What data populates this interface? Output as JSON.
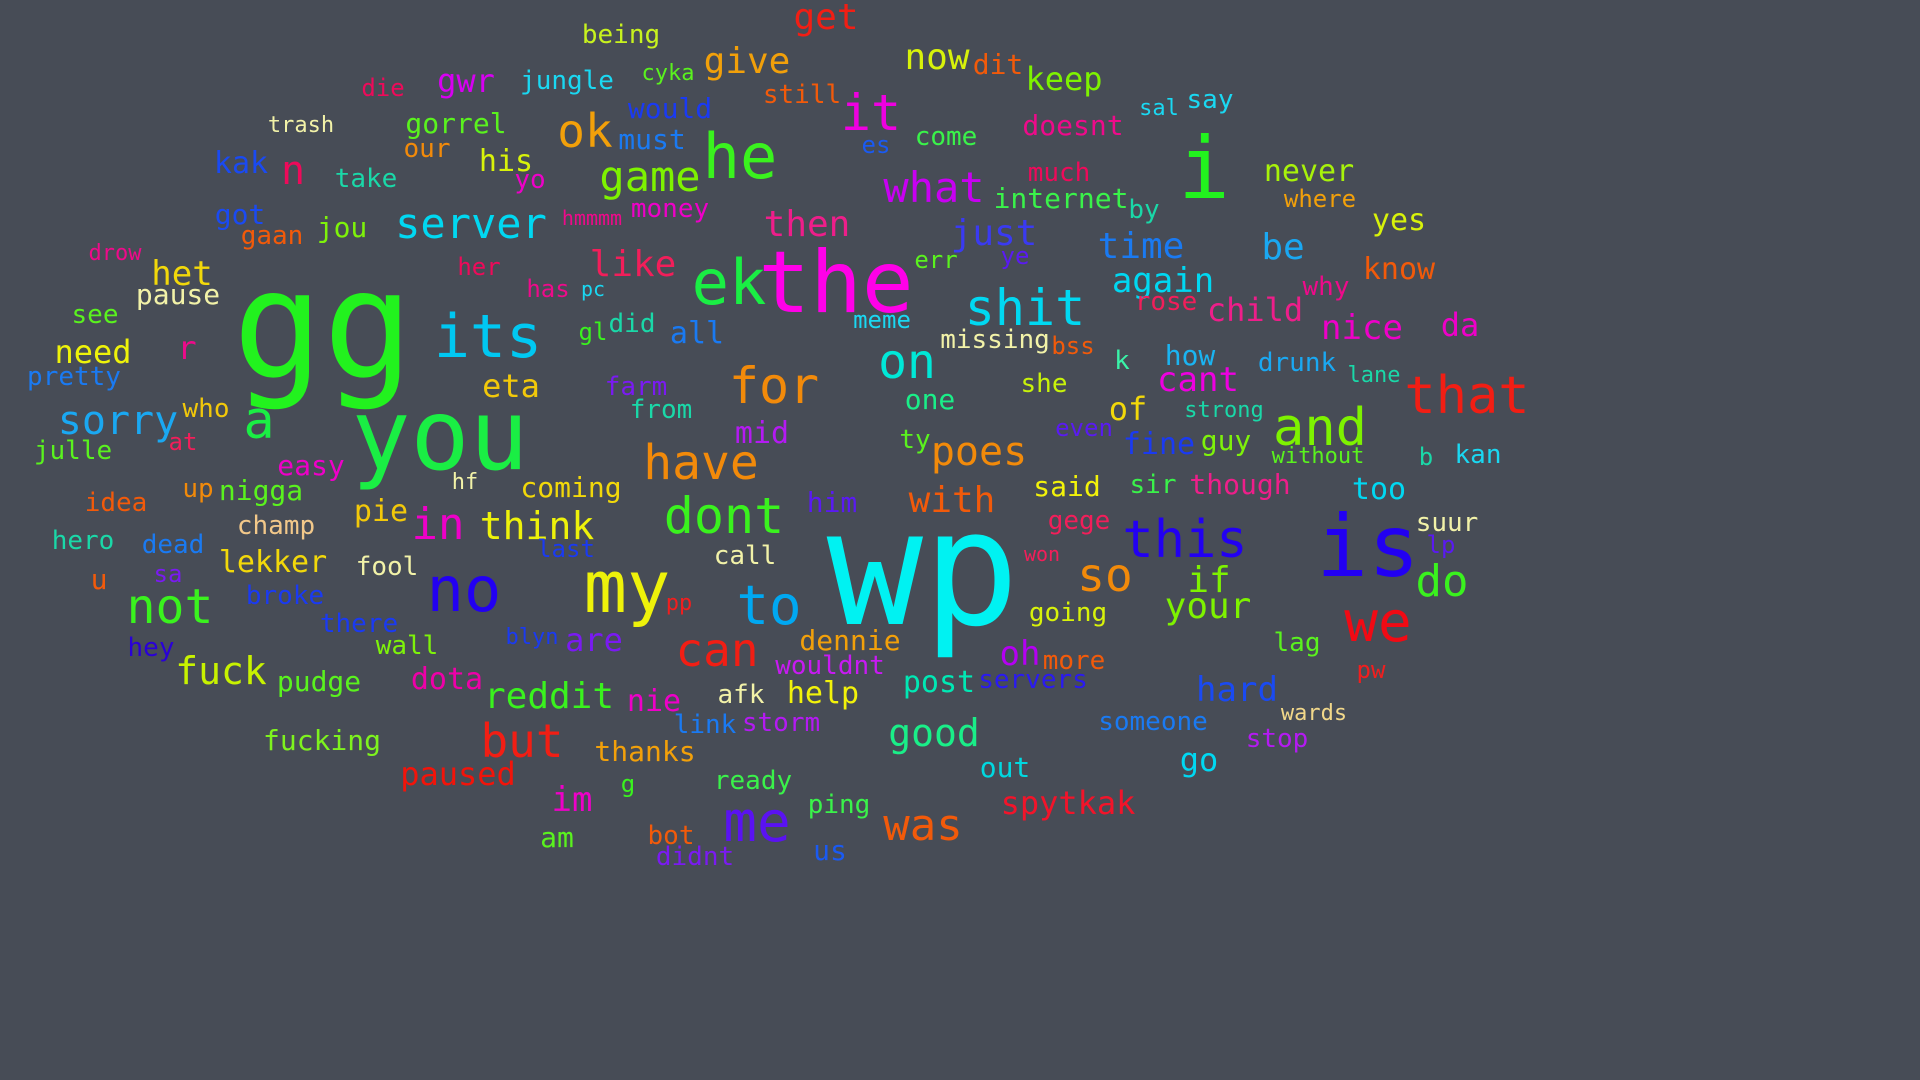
{
  "background_color": "#474c56",
  "words": [
    {
      "text": "gg",
      "color": "#22f21e"
    },
    {
      "text": "wp",
      "color": "#00f2f2"
    },
    {
      "text": "you",
      "color": "#1aee44"
    },
    {
      "text": "the",
      "color": "#ff00e8"
    },
    {
      "text": "is",
      "color": "#2200f2"
    },
    {
      "text": "i",
      "color": "#22f21e"
    },
    {
      "text": "my",
      "color": "#eef20a"
    },
    {
      "text": "no",
      "color": "#2200f2"
    },
    {
      "text": "he",
      "color": "#3af21e"
    },
    {
      "text": "ek",
      "color": "#1aee44"
    },
    {
      "text": "its",
      "color": "#00c8f2"
    },
    {
      "text": "and",
      "color": "#7ef200"
    },
    {
      "text": "this",
      "color": "#2200f2"
    },
    {
      "text": "me",
      "color": "#5a12f2"
    },
    {
      "text": "we",
      "color": "#f20a14"
    },
    {
      "text": "that",
      "color": "#f21e14"
    },
    {
      "text": "shit",
      "color": "#00d8f2"
    },
    {
      "text": "dont",
      "color": "#3af21e"
    },
    {
      "text": "to",
      "color": "#00a8f2"
    },
    {
      "text": "for",
      "color": "#f28a0a"
    },
    {
      "text": "have",
      "color": "#f28a0a"
    },
    {
      "text": "a",
      "color": "#1aee44"
    },
    {
      "text": "not",
      "color": "#3af21e"
    },
    {
      "text": "on",
      "color": "#00e8d8"
    },
    {
      "text": "ok",
      "color": "#f2a00a"
    },
    {
      "text": "it",
      "color": "#ee00e0"
    },
    {
      "text": "game",
      "color": "#7ef200"
    },
    {
      "text": "server",
      "color": "#00d8f2"
    },
    {
      "text": "what",
      "color": "#c800f2"
    },
    {
      "text": "so",
      "color": "#f28a0a"
    },
    {
      "text": "do",
      "color": "#3af21e"
    },
    {
      "text": "can",
      "color": "#f21e14"
    },
    {
      "text": "but",
      "color": "#f21e14"
    },
    {
      "text": "was",
      "color": "#f25a0a"
    },
    {
      "text": "in",
      "color": "#ee00c8"
    },
    {
      "text": "sorry",
      "color": "#1aa8f2"
    },
    {
      "text": "poes",
      "color": "#f28a0a"
    },
    {
      "text": "fuck",
      "color": "#c8f200"
    },
    {
      "text": "good",
      "color": "#1aee88"
    },
    {
      "text": "think",
      "color": "#eef20a"
    },
    {
      "text": "your",
      "color": "#7ef200"
    },
    {
      "text": "if",
      "color": "#7ef200"
    },
    {
      "text": "just",
      "color": "#3a3af2"
    },
    {
      "text": "then",
      "color": "#ee1e8a"
    },
    {
      "text": "time",
      "color": "#1a7af2"
    },
    {
      "text": "again",
      "color": "#00d8f2"
    },
    {
      "text": "be",
      "color": "#1aa8f2"
    },
    {
      "text": "give",
      "color": "#f2a00a"
    },
    {
      "text": "now",
      "color": "#d8f20a"
    },
    {
      "text": "keep",
      "color": "#7ef200"
    },
    {
      "text": "get",
      "color": "#f21e14"
    },
    {
      "text": "like",
      "color": "#f21e5a"
    },
    {
      "text": "with",
      "color": "#f25a0a"
    },
    {
      "text": "reddit",
      "color": "#3af21e"
    },
    {
      "text": "nice",
      "color": "#ee00c8"
    },
    {
      "text": "cant",
      "color": "#ee00e0"
    },
    {
      "text": "child",
      "color": "#ee1e8a"
    },
    {
      "text": "know",
      "color": "#f25a0a"
    },
    {
      "text": "yes",
      "color": "#d8f20a"
    },
    {
      "text": "da",
      "color": "#ee00c8"
    },
    {
      "text": "need",
      "color": "#eef20a"
    },
    {
      "text": "het",
      "color": "#f2d80a"
    },
    {
      "text": "eta",
      "color": "#f2c80a"
    },
    {
      "text": "hard",
      "color": "#1a4af2"
    },
    {
      "text": "oh",
      "color": "#b400f2"
    },
    {
      "text": "paused",
      "color": "#f2140a"
    },
    {
      "text": "spytkak",
      "color": "#f2142a"
    },
    {
      "text": "im",
      "color": "#ee00c8"
    },
    {
      "text": "n",
      "color": "#ee0a5a"
    },
    {
      "text": "gwr",
      "color": "#d800f2"
    },
    {
      "text": "his",
      "color": "#d8f20a"
    },
    {
      "text": "never",
      "color": "#a8f20a"
    },
    {
      "text": "too",
      "color": "#00d8f2"
    },
    {
      "text": "internet",
      "color": "#3af24a"
    },
    {
      "text": "fine",
      "color": "#1a3af2"
    },
    {
      "text": "guy",
      "color": "#7ef20a"
    },
    {
      "text": "of",
      "color": "#f2d80a"
    },
    {
      "text": "post",
      "color": "#00e8b4"
    },
    {
      "text": "help",
      "color": "#f2f20a"
    },
    {
      "text": "dota",
      "color": "#ee00a8"
    },
    {
      "text": "nie",
      "color": "#ee00c8"
    },
    {
      "text": "are",
      "color": "#7a1af2"
    },
    {
      "text": "lekker",
      "color": "#f2d80a"
    },
    {
      "text": "pudge",
      "color": "#5af21e"
    },
    {
      "text": "fucking",
      "color": "#7ef21e"
    },
    {
      "text": "nigga",
      "color": "#5af21e"
    },
    {
      "text": "pie",
      "color": "#f2c80a"
    },
    {
      "text": "coming",
      "color": "#f2d80a"
    },
    {
      "text": "said",
      "color": "#f2f20a"
    },
    {
      "text": "though",
      "color": "#ee1e8a"
    },
    {
      "text": "missing",
      "color": "#f2f2a8"
    },
    {
      "text": "one",
      "color": "#1aee88"
    },
    {
      "text": "she",
      "color": "#c8f20a"
    },
    {
      "text": "k",
      "color": "#3af2a8"
    },
    {
      "text": "how",
      "color": "#1ab4f2"
    },
    {
      "text": "drunk",
      "color": "#1aa8f2"
    },
    {
      "text": "mid",
      "color": "#b41af2"
    },
    {
      "text": "him",
      "color": "#5a1af2"
    },
    {
      "text": "gege",
      "color": "#f21e5a"
    },
    {
      "text": "going",
      "color": "#d8f20a"
    },
    {
      "text": "dennie",
      "color": "#f2a00a"
    },
    {
      "text": "wouldnt",
      "color": "#c81af2"
    },
    {
      "text": "afk",
      "color": "#f2f2a8"
    },
    {
      "text": "storm",
      "color": "#b41af2"
    },
    {
      "text": "link",
      "color": "#1a7af2"
    },
    {
      "text": "thanks",
      "color": "#f2a00a"
    },
    {
      "text": "ready",
      "color": "#3af24a"
    },
    {
      "text": "ping",
      "color": "#3af24a"
    },
    {
      "text": "out",
      "color": "#00d8e0"
    },
    {
      "text": "go",
      "color": "#00d8f2"
    },
    {
      "text": "someone",
      "color": "#1a7af2"
    },
    {
      "text": "stop",
      "color": "#b41af2"
    },
    {
      "text": "wards",
      "color": "#f2d88a"
    },
    {
      "text": "lag",
      "color": "#5af21e"
    },
    {
      "text": "pw",
      "color": "#f21e1e"
    },
    {
      "text": "more",
      "color": "#f25a0a"
    },
    {
      "text": "servers",
      "color": "#2a1af2"
    },
    {
      "text": "call",
      "color": "#f2f2a8"
    },
    {
      "text": "last",
      "color": "#1a3af2"
    },
    {
      "text": "pp",
      "color": "#f21e1e"
    },
    {
      "text": "blyn",
      "color": "#1a3af2"
    },
    {
      "text": "bot",
      "color": "#f25a0a"
    },
    {
      "text": "didnt",
      "color": "#7a1af2"
    },
    {
      "text": "us",
      "color": "#1a5af2"
    },
    {
      "text": "am",
      "color": "#5af21e"
    },
    {
      "text": "g",
      "color": "#3af21e"
    },
    {
      "text": "wall",
      "color": "#7ef20a"
    },
    {
      "text": "there",
      "color": "#1a3af2"
    },
    {
      "text": "broke",
      "color": "#1a3af2"
    },
    {
      "text": "fool",
      "color": "#f2f2a8"
    },
    {
      "text": "hey",
      "color": "#2a00d8"
    },
    {
      "text": "sa",
      "color": "#7a1af2"
    },
    {
      "text": "u",
      "color": "#f25a0a"
    },
    {
      "text": "dead",
      "color": "#1a7af2"
    },
    {
      "text": "hero",
      "color": "#1ad8a8"
    },
    {
      "text": "champ",
      "color": "#f2c88a"
    },
    {
      "text": "idea",
      "color": "#f25a0a"
    },
    {
      "text": "up",
      "color": "#f28a0a"
    },
    {
      "text": "hf",
      "color": "#f2f2a8"
    },
    {
      "text": "easy",
      "color": "#ee00c8"
    },
    {
      "text": "julle",
      "color": "#5af21e"
    },
    {
      "text": "at",
      "color": "#f21e5a"
    },
    {
      "text": "who",
      "color": "#f2c80a"
    },
    {
      "text": "pretty",
      "color": "#1a7af2"
    },
    {
      "text": "r",
      "color": "#ee0a8a"
    },
    {
      "text": "see",
      "color": "#5af21e"
    },
    {
      "text": "pause",
      "color": "#f2f2a8"
    },
    {
      "text": "drow",
      "color": "#ee0a8a"
    },
    {
      "text": "gaan",
      "color": "#f25a0a"
    },
    {
      "text": "got",
      "color": "#1a4af2"
    },
    {
      "text": "jou",
      "color": "#7ef20a"
    },
    {
      "text": "kak",
      "color": "#1a4af2"
    },
    {
      "text": "take",
      "color": "#1ad8a8"
    },
    {
      "text": "trash",
      "color": "#f2f2a8"
    },
    {
      "text": "our",
      "color": "#f28a0a"
    },
    {
      "text": "gorrel",
      "color": "#5af21e"
    },
    {
      "text": "die",
      "color": "#ee0a5a"
    },
    {
      "text": "jungle",
      "color": "#1ad8f2"
    },
    {
      "text": "being",
      "color": "#c8f21e"
    },
    {
      "text": "cyka",
      "color": "#5af21e"
    },
    {
      "text": "would",
      "color": "#1a3af2"
    },
    {
      "text": "must",
      "color": "#1a7af2"
    },
    {
      "text": "still",
      "color": "#f25a0a"
    },
    {
      "text": "yo",
      "color": "#ee00c8"
    },
    {
      "text": "hmmmm",
      "color": "#ee0a8a"
    },
    {
      "text": "money",
      "color": "#ee00c8"
    },
    {
      "text": "her",
      "color": "#ee0a5a"
    },
    {
      "text": "has",
      "color": "#ee0a8a"
    },
    {
      "text": "pc",
      "color": "#1ad8f2"
    },
    {
      "text": "gl",
      "color": "#3af21e"
    },
    {
      "text": "did",
      "color": "#1ad8a8"
    },
    {
      "text": "all",
      "color": "#1a7af2"
    },
    {
      "text": "farm",
      "color": "#7a1af2"
    },
    {
      "text": "from",
      "color": "#1ad8a8"
    },
    {
      "text": "es",
      "color": "#1a5af2"
    },
    {
      "text": "come",
      "color": "#3af24a"
    },
    {
      "text": "dit",
      "color": "#f25a0a"
    },
    {
      "text": "doesnt",
      "color": "#ee0a8a"
    },
    {
      "text": "much",
      "color": "#ee0a5a"
    },
    {
      "text": "by",
      "color": "#1ad8a8"
    },
    {
      "text": "sal",
      "color": "#1ad8f2"
    },
    {
      "text": "say",
      "color": "#1ad8f2"
    },
    {
      "text": "where",
      "color": "#f2a00a"
    },
    {
      "text": "err",
      "color": "#5af21e"
    },
    {
      "text": "ye",
      "color": "#5a1af2"
    },
    {
      "text": "meme",
      "color": "#1ad8f2"
    },
    {
      "text": "rose",
      "color": "#f21e5a"
    },
    {
      "text": "why",
      "color": "#ee0a8a"
    },
    {
      "text": "bss",
      "color": "#f25a0a"
    },
    {
      "text": "lane",
      "color": "#1ad8a8"
    },
    {
      "text": "strong",
      "color": "#1ad8a8"
    },
    {
      "text": "even",
      "color": "#5a1af2"
    },
    {
      "text": "ty",
      "color": "#5af21e"
    },
    {
      "text": "without",
      "color": "#5af21e"
    },
    {
      "text": "b",
      "color": "#1ad8a8"
    },
    {
      "text": "kan",
      "color": "#1ad8f2"
    },
    {
      "text": "sir",
      "color": "#3af24a"
    },
    {
      "text": "suur",
      "color": "#f2f2a8"
    },
    {
      "text": "lp",
      "color": "#5a1af2"
    },
    {
      "text": "won",
      "color": "#f21e5a"
    }
  ]
}
